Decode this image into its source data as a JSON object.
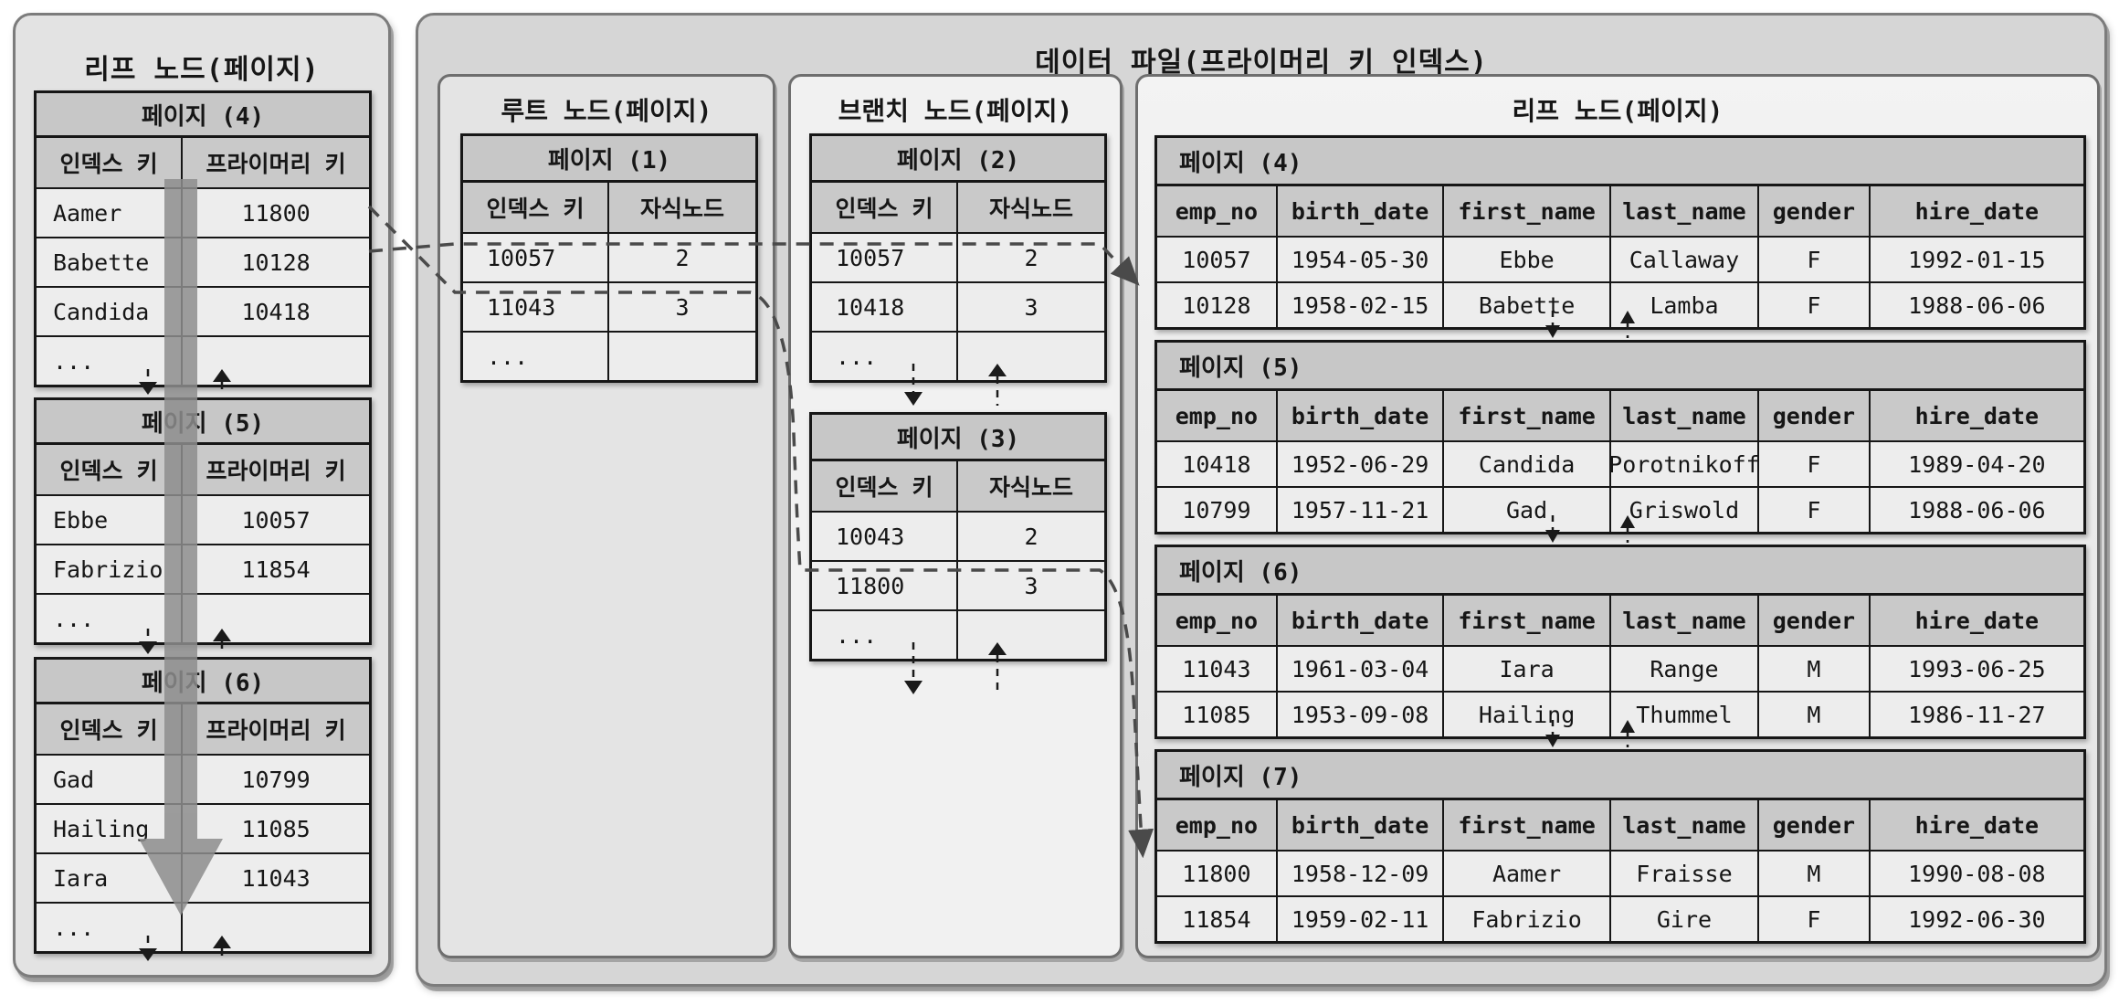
{
  "left_panel": {
    "title": "리프 노드(페이지)",
    "columns": [
      "인덱스 키",
      "프라이머리 키"
    ],
    "pages": [
      {
        "label": "페이지 (4)",
        "rows": [
          [
            "Aamer",
            "11800"
          ],
          [
            "Babette",
            "10128"
          ],
          [
            "Candida",
            "10418"
          ],
          [
            "...",
            ""
          ]
        ]
      },
      {
        "label": "페이지 (5)",
        "rows": [
          [
            "Ebbe",
            "10057"
          ],
          [
            "Fabrizio",
            "11854"
          ],
          [
            "...",
            ""
          ]
        ]
      },
      {
        "label": "페이지 (6)",
        "rows": [
          [
            "Gad",
            "10799"
          ],
          [
            "Hailing",
            "11085"
          ],
          [
            "Iara",
            "11043"
          ],
          [
            "...",
            ""
          ]
        ]
      }
    ]
  },
  "data_file_panel": {
    "title": "데이터 파일(프라이머리 키 인덱스)",
    "root": {
      "title": "루트 노드(페이지)",
      "columns": [
        "인덱스 키",
        "자식노드"
      ],
      "pages": [
        {
          "label": "페이지 (1)",
          "rows": [
            [
              "10057",
              "2"
            ],
            [
              "11043",
              "3"
            ],
            [
              "...",
              ""
            ]
          ]
        }
      ]
    },
    "branch": {
      "title": "브랜치 노드(페이지)",
      "columns": [
        "인덱스 키",
        "자식노드"
      ],
      "pages": [
        {
          "label": "페이지 (2)",
          "rows": [
            [
              "10057",
              "2"
            ],
            [
              "10418",
              "3"
            ],
            [
              "...",
              ""
            ]
          ]
        },
        {
          "label": "페이지 (3)",
          "rows": [
            [
              "10043",
              "2"
            ],
            [
              "11800",
              "3"
            ],
            [
              "...",
              ""
            ]
          ]
        }
      ]
    },
    "leaf": {
      "title": "리프 노드(페이지)",
      "columns": [
        "emp_no",
        "birth_date",
        "first_name",
        "last_name",
        "gender",
        "hire_date"
      ],
      "pages": [
        {
          "label": "페이지 (4)",
          "rows": [
            [
              "10057",
              "1954-05-30",
              "Ebbe",
              "Callaway",
              "F",
              "1992-01-15"
            ],
            [
              "10128",
              "1958-02-15",
              "Babette",
              "Lamba",
              "F",
              "1988-06-06"
            ]
          ]
        },
        {
          "label": "페이지 (5)",
          "rows": [
            [
              "10418",
              "1952-06-29",
              "Candida",
              "Porotnikoff",
              "F",
              "1989-04-20"
            ],
            [
              "10799",
              "1957-11-21",
              "Gad",
              "Griswold",
              "F",
              "1988-06-06"
            ]
          ]
        },
        {
          "label": "페이지 (6)",
          "rows": [
            [
              "11043",
              "1961-03-04",
              "Iara",
              "Range",
              "M",
              "1993-06-25"
            ],
            [
              "11085",
              "1953-09-08",
              "Hailing",
              "Thummel",
              "M",
              "1986-11-27"
            ]
          ]
        },
        {
          "label": "페이지 (7)",
          "rows": [
            [
              "11800",
              "1958-12-09",
              "Aamer",
              "Fraisse",
              "M",
              "1990-08-08"
            ],
            [
              "11854",
              "1959-02-11",
              "Fabrizio",
              "Gire",
              "F",
              "1992-06-30"
            ]
          ]
        }
      ]
    }
  },
  "colors": {
    "outer_panel_bg": "#d6d6d6",
    "left_panel_bg": "#e3e3e3",
    "table_header_bg": "#c7c7c7",
    "row_bg": "#ededed",
    "table_line": "#161616",
    "dashed_link": "#4a4a4a",
    "big_arrow": "#8d8d8d"
  }
}
